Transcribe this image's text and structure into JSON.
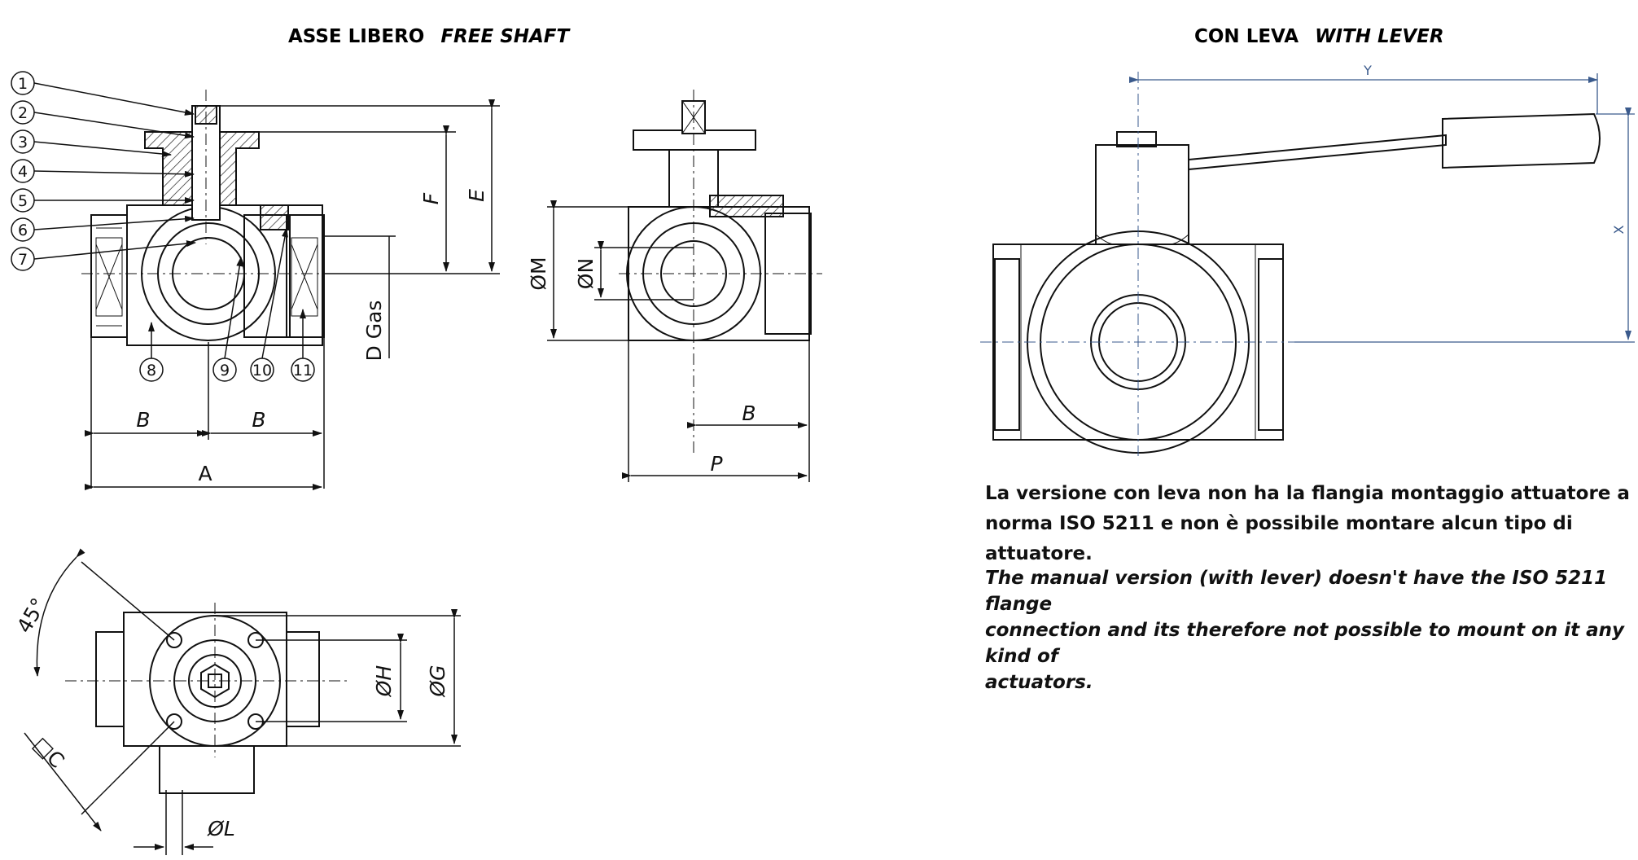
{
  "headers": {
    "free_shaft_it": "ASSE LIBERO",
    "free_shaft_en": "FREE SHAFT",
    "with_lever_it": "CON LEVA",
    "with_lever_en": "WITH LEVER"
  },
  "part_numbers": [
    "1",
    "2",
    "3",
    "4",
    "5",
    "6",
    "7",
    "8",
    "9",
    "10",
    "11"
  ],
  "dimensions": {
    "A": "A",
    "B": "B",
    "D": "D Gas",
    "E": "E",
    "F": "F",
    "M": "ØM",
    "N": "ØN",
    "P": "P",
    "G": "ØG",
    "H": "ØH",
    "L": "ØL",
    "C": "□C",
    "angle": "45°",
    "X": "X",
    "Y": "Y"
  },
  "notes": {
    "italian_line1": "La versione con leva non ha la flangia montaggio attuatore a",
    "italian_line2": "norma ISO 5211 e non è possibile montare alcun tipo di attuatore.",
    "english_line1": "The manual version (with lever) doesn't have the ISO 5211 flange",
    "english_line2": "connection and its therefore not possible to mount on it any kind of",
    "english_line3": "actuators."
  }
}
